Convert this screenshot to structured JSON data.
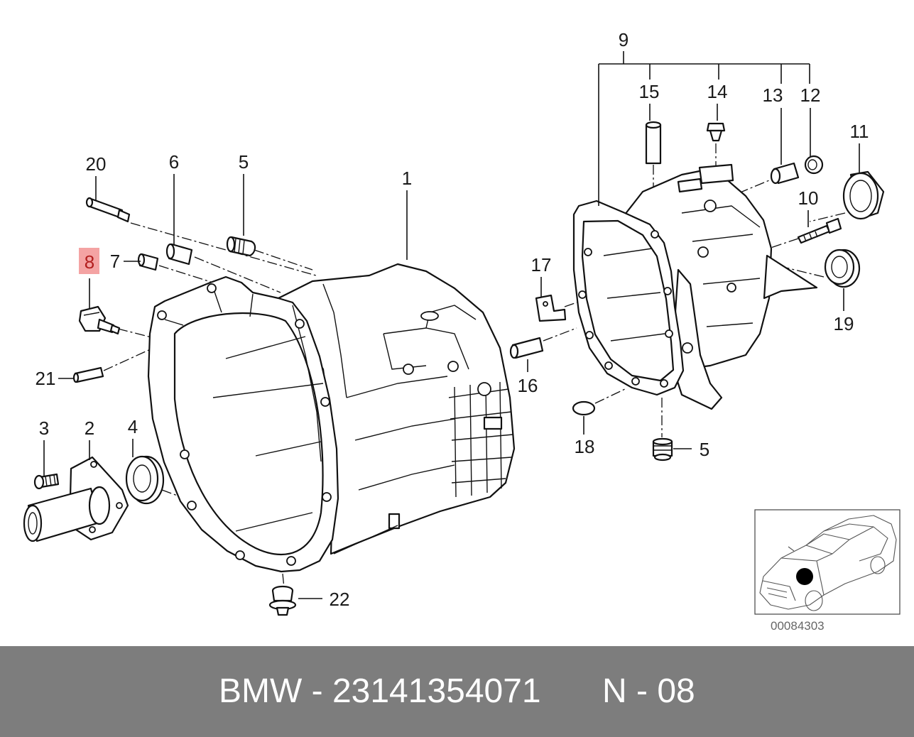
{
  "callouts": {
    "c1": "1",
    "c2": "2",
    "c3": "3",
    "c4": "4",
    "c5_left": "5",
    "c5_right": "5",
    "c6": "6",
    "c7": "7",
    "c8": "8",
    "c9": "9",
    "c10": "10",
    "c11": "11",
    "c12": "12",
    "c13": "13",
    "c14": "14",
    "c15": "15",
    "c16": "16",
    "c17": "17",
    "c18": "18",
    "c19": "19",
    "c20": "20",
    "c21": "21",
    "c22": "22"
  },
  "highlight_color": "#f4a3a3",
  "inset": {
    "image_code": "00084303",
    "marker_color": "#000000"
  },
  "footer": {
    "left": "BMW - 23141354071",
    "right": "N - 08",
    "background": "#7d7d7d"
  }
}
